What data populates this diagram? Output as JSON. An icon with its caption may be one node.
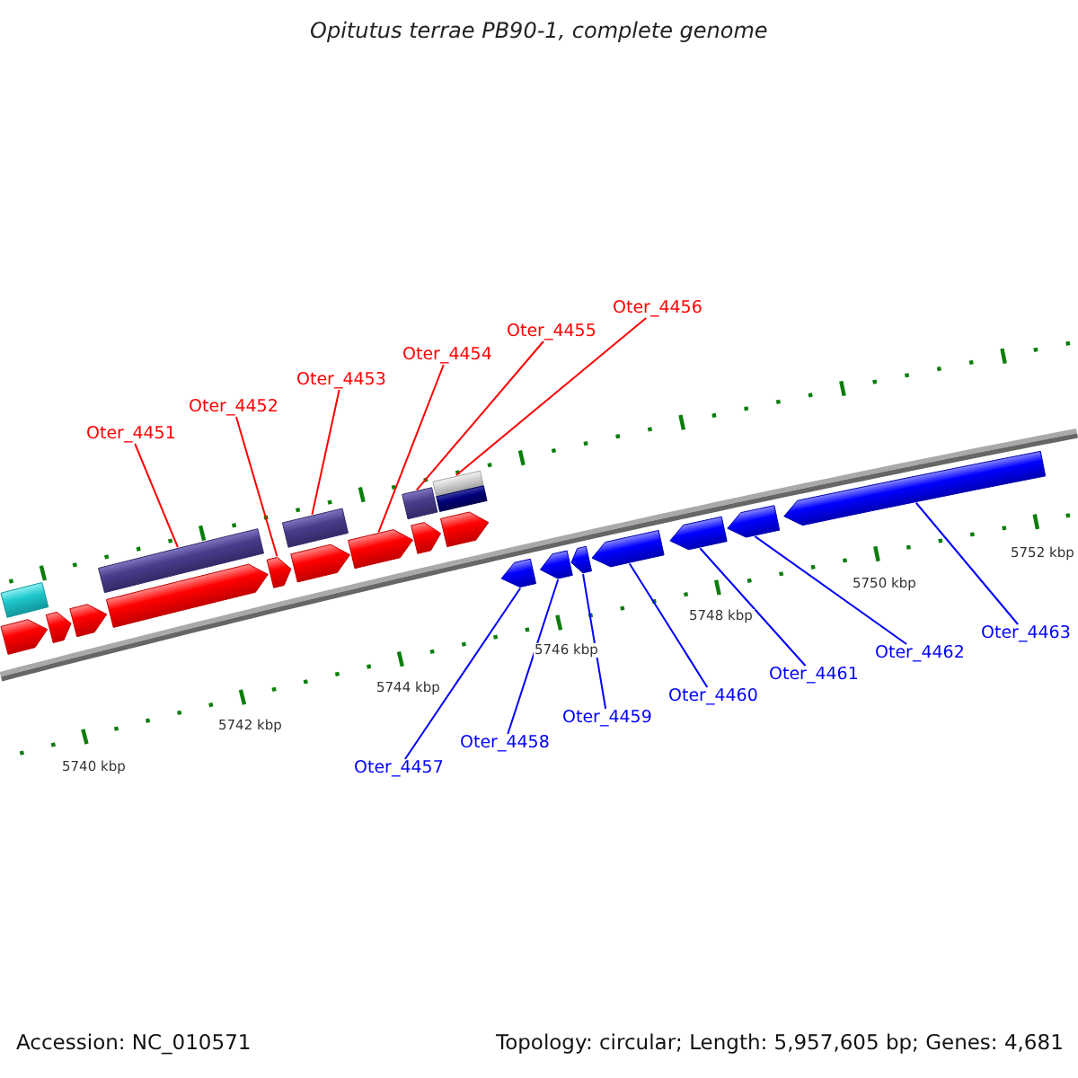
{
  "diagram": {
    "title": "Opitutus terrae PB90-1, complete genome",
    "nodes": [
      {
        "text": [
          "Oter_4451"
        ]
      },
      {
        "text": [
          "Oter_4452"
        ]
      },
      {
        "text": [
          "Oter_4453"
        ]
      },
      {
        "text": [
          "Oter_4454"
        ]
      },
      {
        "text": [
          "Oter_4455"
        ]
      },
      {
        "text": [
          "Oter_4456"
        ]
      },
      {
        "text": [
          "Oter_4457"
        ]
      },
      {
        "text": [
          "Oter_4458"
        ]
      },
      {
        "text": [
          "Oter_4459"
        ]
      },
      {
        "text": [
          "Oter_4460"
        ]
      },
      {
        "text": [
          "Oter_4461"
        ]
      },
      {
        "text": [
          "Oter_4462"
        ]
      },
      {
        "text": [
          "Oter_4463"
        ]
      },
      {
        "text": [],
        "shape": "bar"
      },
      {
        "text": [],
        "shape": "arrow"
      },
      {
        "text": [],
        "shape": "arrow"
      },
      {
        "text": [],
        "shape": "arrow"
      },
      {
        "text": [],
        "shape": "bar"
      },
      {
        "text": [],
        "shape": "arrow"
      },
      {
        "text": [],
        "shape": "arrow"
      },
      {
        "text": [],
        "shape": "bar"
      },
      {
        "text": [],
        "shape": "arrow"
      },
      {
        "text": [],
        "shape": "arrow"
      },
      {
        "text": [],
        "shape": "bar"
      },
      {
        "text": [],
        "shape": "arrow"
      },
      {
        "text": [],
        "shape": "bar"
      },
      {
        "text": [],
        "shape": "bar"
      },
      {
        "text": [],
        "shape": "arrow"
      },
      {
        "text": [],
        "shape": "arrow"
      },
      {
        "text": [],
        "shape": "arrow"
      },
      {
        "text": [],
        "shape": "arrow"
      },
      {
        "text": [],
        "shape": "arrow"
      },
      {
        "text": [],
        "shape": "arrow"
      },
      {
        "text": [],
        "shape": "arrow"
      },
      {
        "text": [],
        "shape": "arrow"
      }
    ],
    "edges": [
      {
        "from": 0,
        "to": 17,
        "arrow": "none",
        "color": "#ff0000"
      },
      {
        "from": 1,
        "to": 19,
        "arrow": "none",
        "color": "#ff0000"
      },
      {
        "from": 2,
        "to": 20,
        "arrow": "none",
        "color": "#ff0000"
      },
      {
        "from": 3,
        "to": 22,
        "arrow": "none",
        "color": "#ff0000"
      },
      {
        "from": 4,
        "to": 23,
        "arrow": "none",
        "color": "#ff0000"
      },
      {
        "from": 5,
        "to": 25,
        "arrow": "none",
        "color": "#ff0000"
      },
      {
        "from": 6,
        "to": 28,
        "arrow": "none"
      },
      {
        "from": 7,
        "to": 29,
        "arrow": "none"
      },
      {
        "from": 8,
        "to": 30,
        "arrow": "none"
      },
      {
        "from": 9,
        "to": 31,
        "arrow": "none"
      },
      {
        "from": 10,
        "to": 32,
        "arrow": "none"
      },
      {
        "from": 11,
        "to": 33,
        "arrow": "none"
      },
      {
        "from": 12,
        "to": 34,
        "arrow": "none"
      }
    ],
    "labels": [
      "5740 kbp",
      "5742 kbp",
      "5744 kbp",
      "5746 kbp",
      "5748 kbp",
      "5750 kbp",
      "5752 kbp",
      "Accession: NC_010571",
      "Topology: circular; Length: 5,957,605 bp; Genes: 4,681"
    ]
  }
}
